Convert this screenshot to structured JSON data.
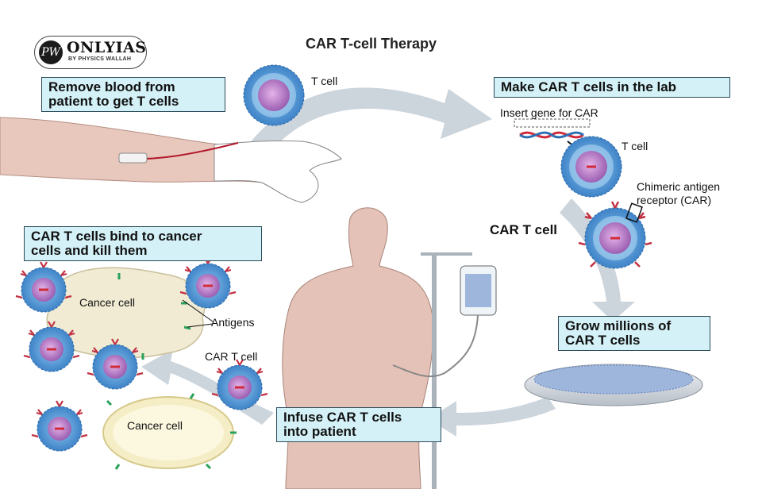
{
  "logo": {
    "mark": "PW",
    "name": "ONLYIAS",
    "sub": "BY PHYSICS WALLAH"
  },
  "title": "CAR T-cell Therapy",
  "steps": {
    "remove": [
      "Remove blood from",
      "patient to get T cells"
    ],
    "make": "Make CAR T cells in the lab",
    "grow": [
      "Grow millions of",
      "CAR T cells"
    ],
    "infuse": [
      "Infuse CAR T cells",
      "into patient"
    ],
    "bind": [
      "CAR T cells bind to cancer",
      "cells and kill them"
    ]
  },
  "labels": {
    "t_cell_top": "T cell",
    "insert_gene": "Insert gene for CAR",
    "t_cell_lab": "T cell",
    "car_line1": "Chimeric antigen",
    "car_line2": "receptor (CAR)",
    "car_t_cell_right": "CAR T cell",
    "cancer_cell_top": "Cancer cell",
    "antigens": "Antigens",
    "car_t_cell_left": "CAR T cell",
    "cancer_cell_bottom": "Cancer cell"
  },
  "colors": {
    "box_fill": "#d4f1f7",
    "arrow": "#c3ccd6",
    "cell_outer": "#5b9bd5",
    "cell_inner": "#c78ad0",
    "skin": "#e4c2b7",
    "cancer": "#f1ebd3"
  }
}
